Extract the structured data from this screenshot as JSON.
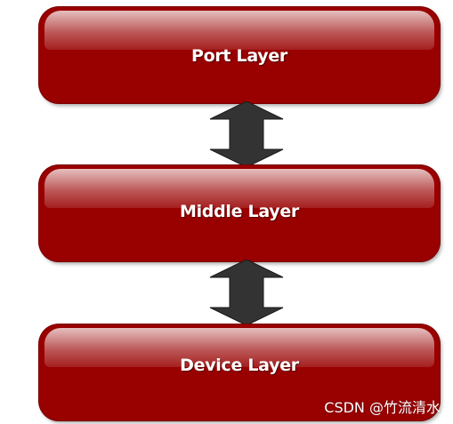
{
  "diagram": {
    "layers": [
      {
        "label": "Port Layer"
      },
      {
        "label": "Middle Layer"
      },
      {
        "label": "Device Layer"
      }
    ],
    "colors": {
      "box_fill": "#990000",
      "arrow_fill": "#333333",
      "label_color": "#ffffff"
    },
    "connectors": [
      "double-arrow-icon",
      "double-arrow-icon"
    ]
  },
  "watermark": {
    "text": "CSDN @竹流清水"
  }
}
